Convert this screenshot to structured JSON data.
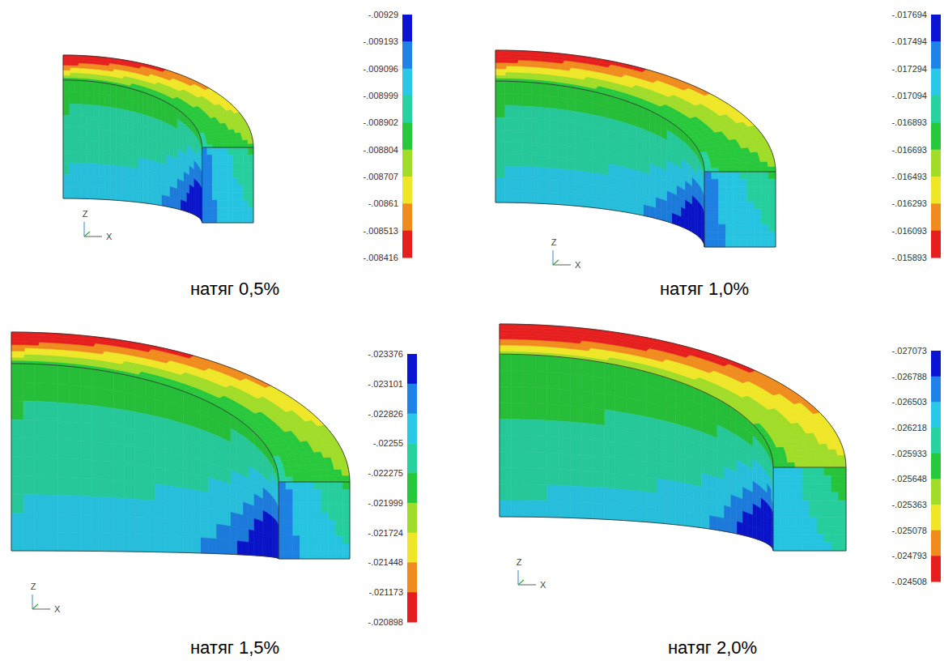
{
  "diagram": {
    "labels": [
      "-.00929",
      "-.009193",
      "-.009096",
      "-.008999",
      "-.008902",
      "-.008804",
      "-.008707",
      "-.00861",
      "-.008513",
      "-.008416",
      "натяг 0,5%",
      "Z",
      "X",
      "-.017694",
      "-.017494",
      "-.017294",
      "-.017094",
      "-.016893",
      "-.016693",
      "-.016493",
      "-.016293",
      "-.016093",
      "-.015893",
      "натяг 1,0%",
      "Z",
      "X",
      "-.023376",
      "-.023101",
      "-.022826",
      "-.02255",
      "-.022275",
      "-.021999",
      "-.021724",
      "-.021448",
      "-.021173",
      "-.020898",
      "натяг 1,5%",
      "Z",
      "X",
      "-.027073",
      "-.026788",
      "-.026503",
      "-.026218",
      "-.025933",
      "-.025648",
      "-.025363",
      "-.025078",
      "-.024793",
      "-.024508",
      "натяг 2,0%",
      "Z",
      "X"
    ]
  }
}
